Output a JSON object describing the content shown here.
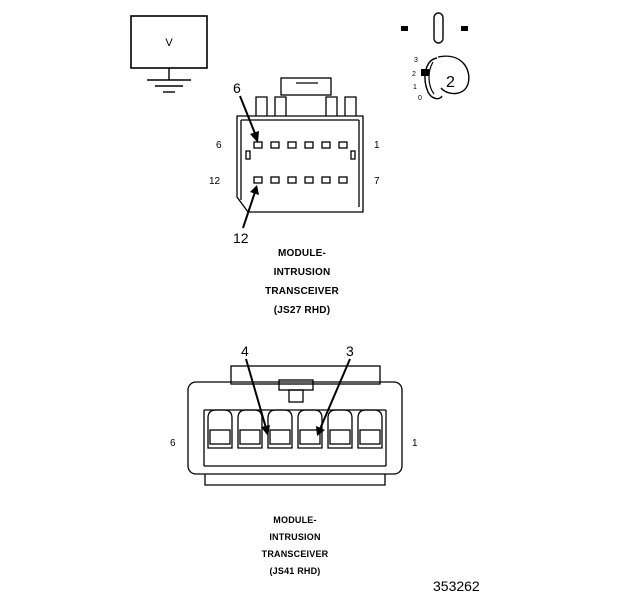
{
  "voltmeter": {
    "symbol": "V"
  },
  "selector_switch": {
    "positions": [
      "3",
      "2",
      "1",
      "0"
    ],
    "selected": "2"
  },
  "connector_js27": {
    "pin_callouts": [
      "6",
      "12"
    ],
    "left_labels": [
      "6",
      "12"
    ],
    "right_labels": [
      "1",
      "7"
    ],
    "caption": [
      "MODULE-",
      "INTRUSION",
      "TRANSCEIVER",
      "(JS27 RHD)"
    ]
  },
  "connector_js41": {
    "pin_callouts": [
      "4",
      "3"
    ],
    "left_label": "6",
    "right_label": "1",
    "caption": [
      "MODULE-",
      "INTRUSION",
      "TRANSCEIVER",
      "(JS41 RHD)"
    ]
  },
  "figure_number": "353262"
}
